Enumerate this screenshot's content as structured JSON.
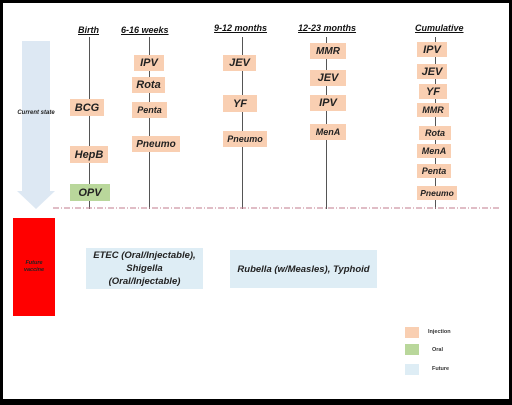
{
  "columns": {
    "birth": "Birth",
    "weeks_6_16": "6-16 weeks",
    "months_9_12": "9-12 months",
    "months_12_23": "12-23 months",
    "cumulative": "Cumulative"
  },
  "current_state_label": "Current state",
  "future_vaccine_label": "Future vaccine",
  "birth": {
    "bcg": "BCG",
    "hepb": "HepB",
    "opv": "OPV"
  },
  "weeks_6_16": {
    "ipv": "IPV",
    "rota": "Rota",
    "penta": "Penta",
    "pneumo": "Pneumo"
  },
  "months_9_12": {
    "jev": "JEV",
    "yf": "YF",
    "pneumo": "Pneumo"
  },
  "months_12_23": {
    "mmr": "MMR",
    "jev": "JEV",
    "ipv": "IPV",
    "mena": "MenA"
  },
  "cumulative": {
    "ipv": "IPV",
    "jev": "JEV",
    "yf": "YF",
    "mmr": "MMR",
    "rota": "Rota",
    "mena": "MenA",
    "penta": "Penta",
    "pneumo": "Pneumo"
  },
  "future": {
    "etec_shigella": "ETEC (Oral/Injectable), Shigella (Oral/Injectable)",
    "rubella_typhoid": "Rubella (w/Measles), Typhoid"
  },
  "legend": {
    "injection": "Injection",
    "oral": "Oral",
    "future": "Future"
  },
  "colors": {
    "injection": "#f9cfb2",
    "oral": "#b9d79b",
    "future": "#deedf5",
    "future_vaccine_block": "#ff0000",
    "current_state_arrow": "#dde8f3",
    "divider": "#c27b8e"
  }
}
